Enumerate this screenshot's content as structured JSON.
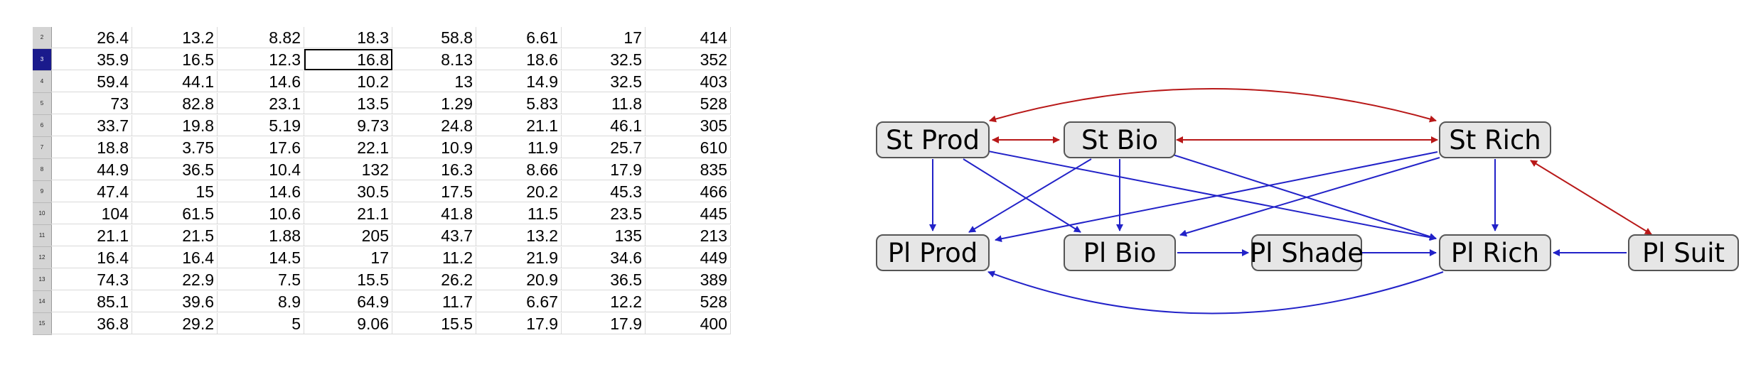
{
  "spreadsheet": {
    "selected_row_label": "3",
    "rows": [
      {
        "label": "2",
        "values": [
          "26.4",
          "13.2",
          "8.82",
          "18.3",
          "58.8",
          "6.61",
          "17",
          "414"
        ]
      },
      {
        "label": "3",
        "values": [
          "35.9",
          "16.5",
          "12.3",
          "16.8",
          "8.13",
          "18.6",
          "32.5",
          "352"
        ]
      },
      {
        "label": "4",
        "values": [
          "59.4",
          "44.1",
          "14.6",
          "10.2",
          "13",
          "14.9",
          "32.5",
          "403"
        ]
      },
      {
        "label": "5",
        "values": [
          "73",
          "82.8",
          "23.1",
          "13.5",
          "1.29",
          "5.83",
          "11.8",
          "528"
        ]
      },
      {
        "label": "6",
        "values": [
          "33.7",
          "19.8",
          "5.19",
          "9.73",
          "24.8",
          "21.1",
          "46.1",
          "305"
        ]
      },
      {
        "label": "7",
        "values": [
          "18.8",
          "3.75",
          "17.6",
          "22.1",
          "10.9",
          "11.9",
          "25.7",
          "610"
        ]
      },
      {
        "label": "8",
        "values": [
          "44.9",
          "36.5",
          "10.4",
          "132",
          "16.3",
          "8.66",
          "17.9",
          "835"
        ]
      },
      {
        "label": "9",
        "values": [
          "47.4",
          "15",
          "14.6",
          "30.5",
          "17.5",
          "20.2",
          "45.3",
          "466"
        ]
      },
      {
        "label": "10",
        "values": [
          "104",
          "61.5",
          "10.6",
          "21.1",
          "41.8",
          "11.5",
          "23.5",
          "445"
        ]
      },
      {
        "label": "11",
        "values": [
          "21.1",
          "21.5",
          "1.88",
          "205",
          "43.7",
          "13.2",
          "135",
          "213"
        ]
      },
      {
        "label": "12",
        "values": [
          "16.4",
          "16.4",
          "14.5",
          "17",
          "11.2",
          "21.9",
          "34.6",
          "449"
        ]
      },
      {
        "label": "13",
        "values": [
          "74.3",
          "22.9",
          "7.5",
          "15.5",
          "26.2",
          "20.9",
          "36.5",
          "389"
        ]
      },
      {
        "label": "14",
        "values": [
          "85.1",
          "39.6",
          "8.9",
          "64.9",
          "11.7",
          "6.67",
          "12.2",
          "528"
        ]
      },
      {
        "label": "15",
        "values": [
          "36.8",
          "29.2",
          "5",
          "9.06",
          "15.5",
          "17.9",
          "17.9",
          "400"
        ]
      }
    ]
  },
  "diagram": {
    "nodes": {
      "st_prod": "St Prod",
      "st_bio": "St Bio",
      "st_rich": "St Rich",
      "pl_prod": "Pl Prod",
      "pl_bio": "Pl Bio",
      "pl_shade": "Pl Shade",
      "pl_rich": "Pl Rich",
      "pl_suit": "Pl Suit"
    },
    "colors": {
      "directed": "#2222c8",
      "bidirected": "#b81818"
    }
  }
}
